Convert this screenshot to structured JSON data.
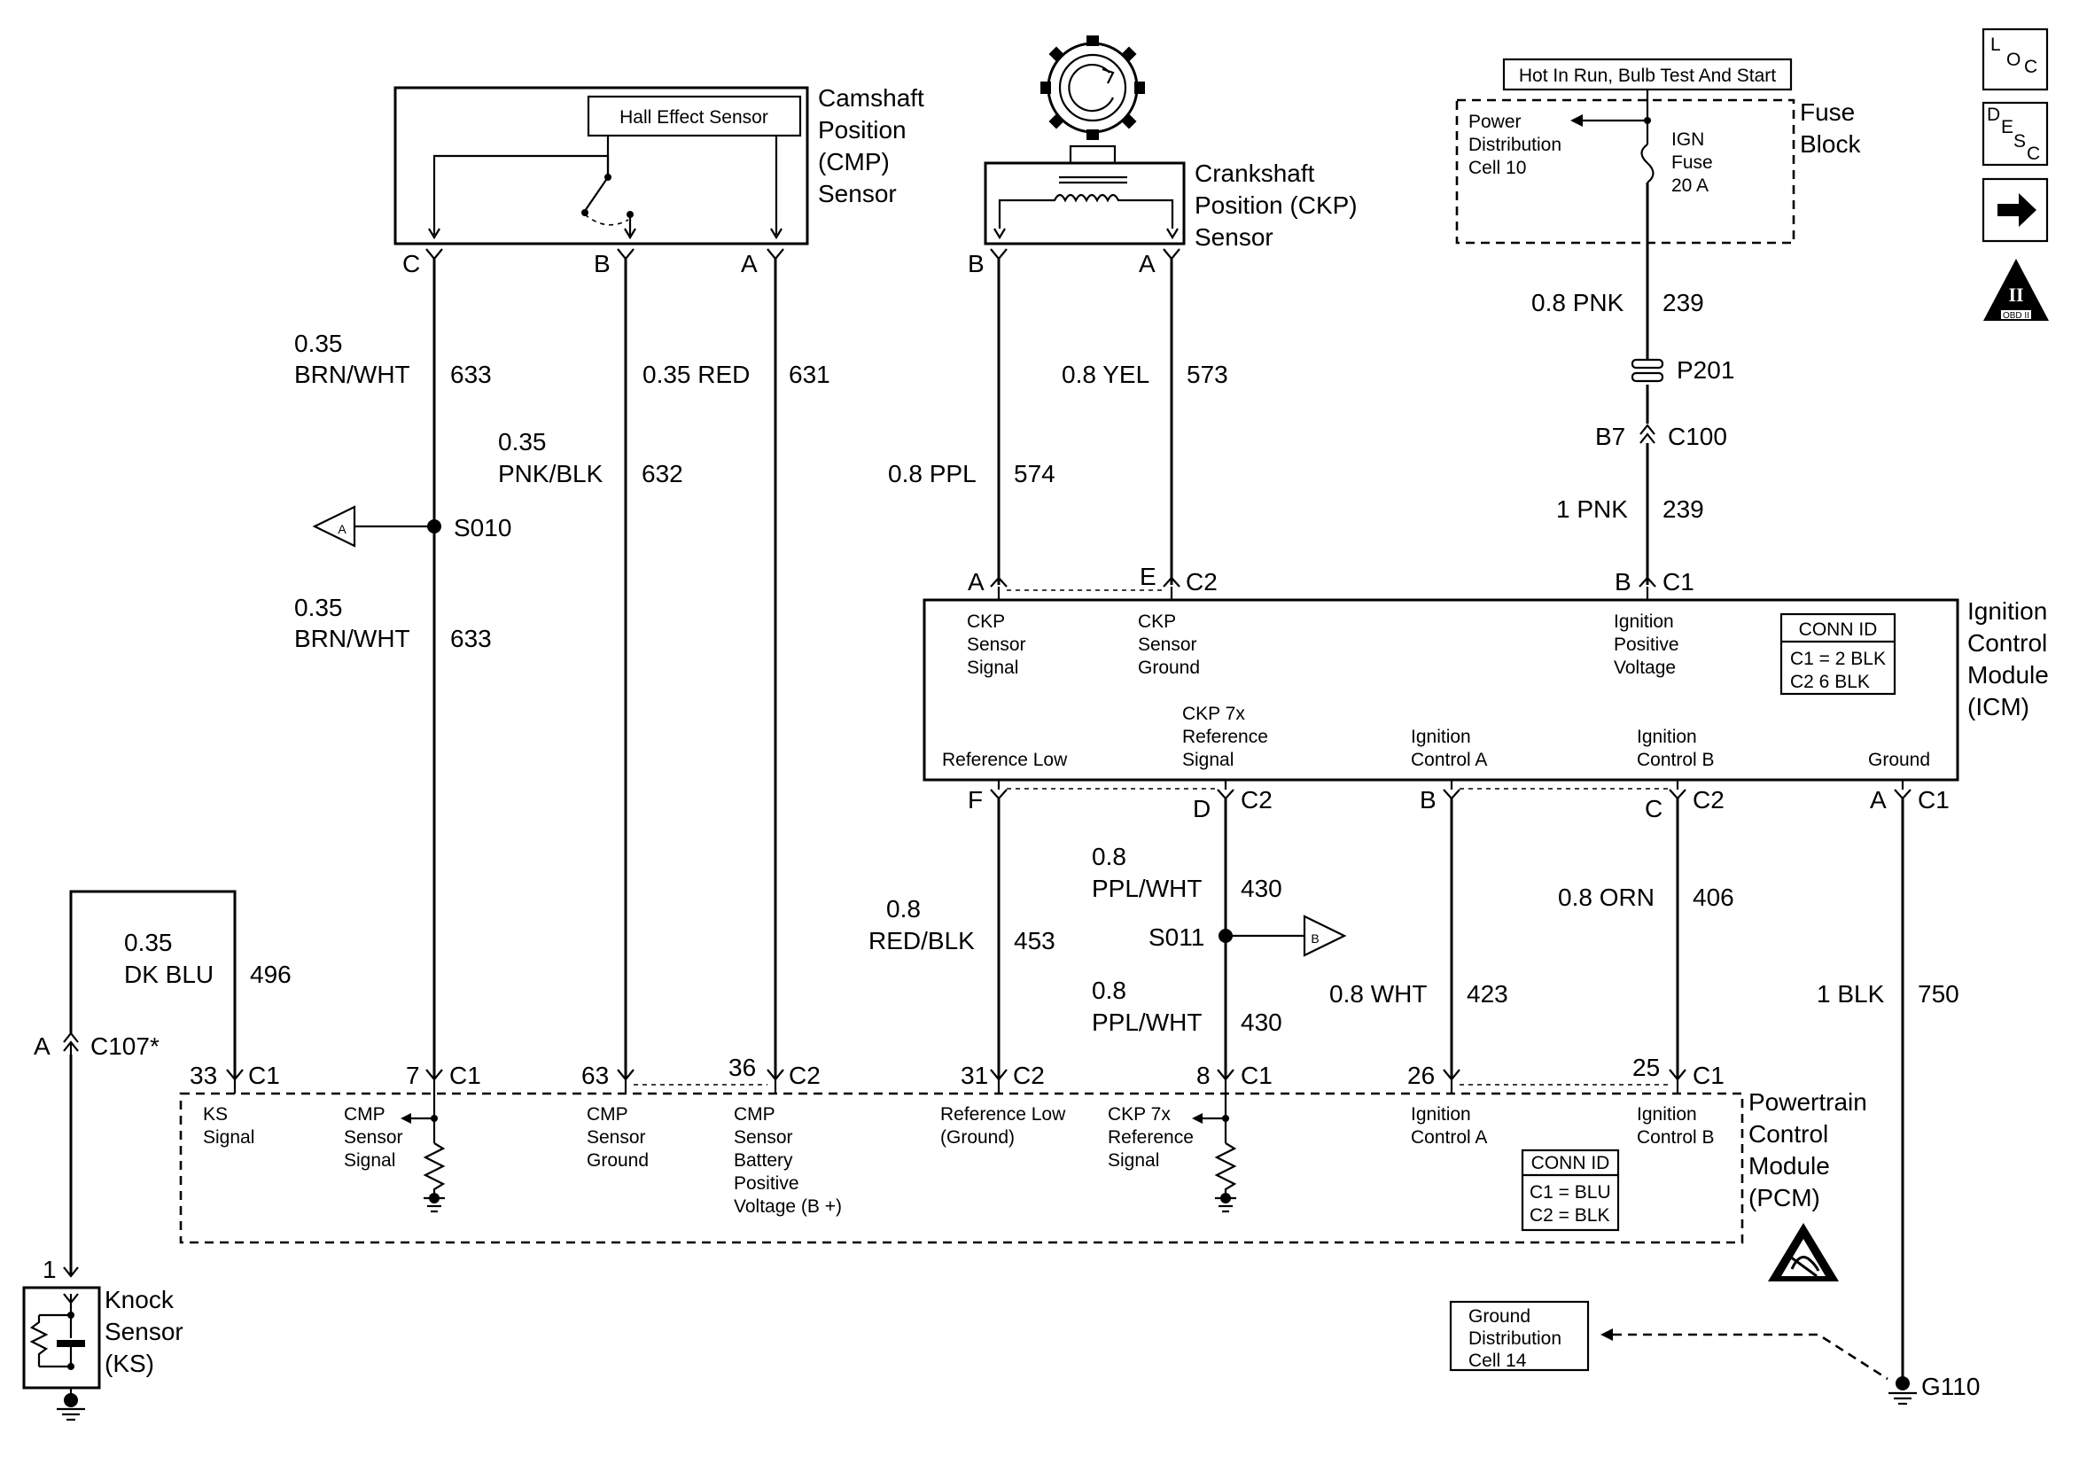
{
  "components": {
    "cmp_sensor": {
      "name_lines": [
        "Camshaft",
        "Position",
        "(CMP)",
        "Sensor"
      ],
      "inner_label": "Hall Effect Sensor",
      "pins": [
        "C",
        "B",
        "A"
      ]
    },
    "ckp_sensor": {
      "name_lines": [
        "Crankshaft",
        "Position (CKP)",
        "Sensor"
      ],
      "pins": [
        "B",
        "A"
      ]
    },
    "fuse_block": {
      "header": "Hot In Run, Bulb Test And Start",
      "name_lines": [
        "Fuse",
        "Block"
      ],
      "pdc_lines": [
        "Power",
        "Distribution",
        "Cell 10"
      ],
      "fuse_lines": [
        "IGN",
        "Fuse",
        "20 A"
      ]
    },
    "icm": {
      "name_lines": [
        "Ignition",
        "Control",
        "Module",
        "(ICM)"
      ],
      "top_labels": [
        [
          "CKP",
          "Sensor",
          "Signal"
        ],
        [
          "CKP",
          "Sensor",
          "Ground"
        ],
        [
          "Ignition",
          "Positive",
          "Voltage"
        ]
      ],
      "bottom_labels": [
        [
          "Reference Low"
        ],
        [
          "CKP 7x",
          "Reference",
          "Signal"
        ],
        [
          "Ignition",
          "Control A"
        ],
        [
          "Ignition",
          "Control B"
        ],
        [
          "Ground"
        ]
      ],
      "conn_id": {
        "title": "CONN ID",
        "lines": [
          "C1 = 2 BLK",
          "C2    6 BLK"
        ]
      },
      "pins_top": [
        {
          "pin": "A",
          "conn": ""
        },
        {
          "pin": "E",
          "conn": "C2"
        },
        {
          "pin": "B",
          "conn": "C1"
        }
      ],
      "pins_bottom": [
        {
          "pin": "F",
          "conn": ""
        },
        {
          "pin": "D",
          "conn": "C2"
        },
        {
          "pin": "B",
          "conn": ""
        },
        {
          "pin": "C",
          "conn": "C2"
        },
        {
          "pin": "A",
          "conn": "C1"
        }
      ]
    },
    "pcm": {
      "name_lines": [
        "Powertrain",
        "Control",
        "Module",
        "(PCM)"
      ],
      "labels": [
        [
          "KS",
          "Signal"
        ],
        [
          "CMP",
          "Sensor",
          "Signal"
        ],
        [
          "CMP",
          "Sensor",
          "Ground"
        ],
        [
          "CMP",
          "Sensor",
          "Battery",
          "Positive",
          "Voltage (B +)"
        ],
        [
          "Reference Low",
          "(Ground)"
        ],
        [
          "CKP 7x",
          "Reference",
          "Signal"
        ],
        [
          "Ignition",
          "Control A"
        ],
        [
          "Ignition",
          "Control B"
        ]
      ],
      "conn_id": {
        "title": "CONN ID",
        "lines": [
          "C1 = BLU",
          "C2 = BLK"
        ]
      },
      "pins": [
        {
          "pin": "33",
          "conn": "C1"
        },
        {
          "pin": "7",
          "conn": "C1"
        },
        {
          "pin": "63",
          "conn": ""
        },
        {
          "pin": "36",
          "conn": "C2"
        },
        {
          "pin": "31",
          "conn": "C2"
        },
        {
          "pin": "8",
          "conn": "C1"
        },
        {
          "pin": "26",
          "conn": ""
        },
        {
          "pin": "25",
          "conn": "C1"
        }
      ]
    },
    "knock_sensor": {
      "name_lines": [
        "Knock",
        "Sensor",
        "(KS)"
      ],
      "pin": "1"
    },
    "ground_dist": {
      "lines": [
        "Ground",
        "Distribution",
        "Cell 14"
      ]
    }
  },
  "wires": [
    {
      "id": "cmp-c-upper",
      "size": "0.35",
      "color": "BRN/WHT",
      "circuit": "633"
    },
    {
      "id": "cmp-c-lower",
      "size": "0.35",
      "color": "BRN/WHT",
      "circuit": "633"
    },
    {
      "id": "cmp-b",
      "size": "0.35",
      "color": "PNK/BLK",
      "circuit": "632"
    },
    {
      "id": "cmp-a",
      "size": "0.35",
      "color": "RED",
      "circuit": "631"
    },
    {
      "id": "ckp-b",
      "size": "0.8",
      "color": "PPL",
      "circuit": "574"
    },
    {
      "id": "ckp-a",
      "size": "0.8",
      "color": "YEL",
      "circuit": "573"
    },
    {
      "id": "ign-upper",
      "size": "0.8",
      "color": "PNK",
      "circuit": "239"
    },
    {
      "id": "ign-lower",
      "size": "1",
      "color": "PNK",
      "circuit": "239"
    },
    {
      "id": "ref-low",
      "size": "0.8",
      "color": "RED/BLK",
      "circuit": "453"
    },
    {
      "id": "ckp7x-upper",
      "size": "0.8",
      "color": "PPL/WHT",
      "circuit": "430"
    },
    {
      "id": "ckp7x-lower",
      "size": "0.8",
      "color": "PPL/WHT",
      "circuit": "430"
    },
    {
      "id": "ign-ctl-a",
      "size": "0.8",
      "color": "WHT",
      "circuit": "423"
    },
    {
      "id": "ign-ctl-b",
      "size": "0.8",
      "color": "ORN",
      "circuit": "406"
    },
    {
      "id": "gnd",
      "size": "1",
      "color": "BLK",
      "circuit": "750"
    },
    {
      "id": "ks",
      "size": "0.35",
      "color": "DK BLU",
      "circuit": "496"
    }
  ],
  "splices": [
    {
      "id": "S010",
      "ref": "A"
    },
    {
      "id": "S011",
      "ref": "B"
    }
  ],
  "connectors": {
    "p201": "P201",
    "c100": {
      "pin": "B7",
      "name": "C100"
    },
    "c107": {
      "pin": "A",
      "name": "C107*"
    }
  },
  "ground": "G110",
  "icons": {
    "loc": {
      "name": "loc-icon",
      "text": [
        "L",
        "O",
        "C"
      ]
    },
    "desc": {
      "name": "desc-icon",
      "text": [
        "D",
        "E",
        "S",
        "C"
      ]
    },
    "arrow": {
      "name": "right-arrow-icon"
    },
    "obd": {
      "name": "obd-ii-icon",
      "text": [
        "II",
        "OBD II"
      ]
    },
    "esd": {
      "name": "esd-warning-icon"
    },
    "rotor": {
      "name": "reluctor-wheel-icon"
    }
  }
}
